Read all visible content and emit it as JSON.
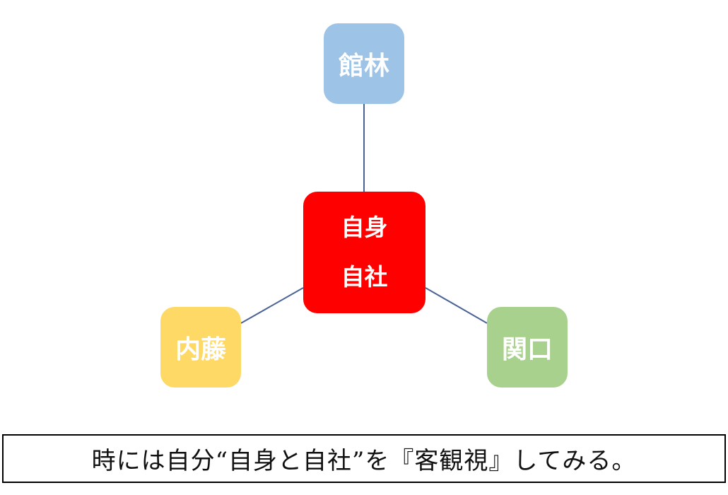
{
  "diagram": {
    "nodes": {
      "top": {
        "label": "館林",
        "color": "#9DC3E6"
      },
      "center": {
        "line1": "自身",
        "line2": "自社",
        "color": "#FF0000"
      },
      "left": {
        "label": "内藤",
        "color": "#FFD966"
      },
      "right": {
        "label": "関口",
        "color": "#A9D18E"
      }
    },
    "connector_color": "#4A6396"
  },
  "caption": {
    "text": "時には自分“自身と自社”を『客観視』してみる。"
  }
}
